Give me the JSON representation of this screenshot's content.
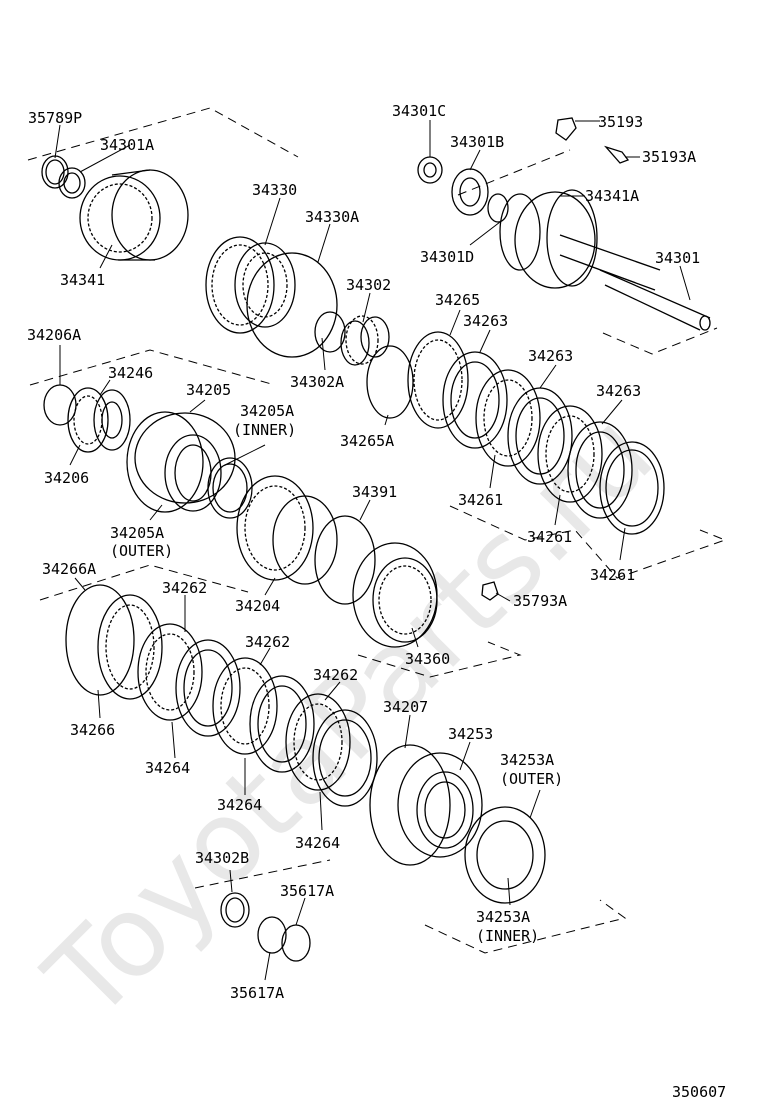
{
  "watermark": "ToyotaParts.ru",
  "figure_number": "350607",
  "labels": [
    "35789P",
    "34301A",
    "34341",
    "34330",
    "34330A",
    "34302",
    "34302A",
    "34301C",
    "34301B",
    "35193",
    "35193A",
    "34341A",
    "34301D",
    "34301",
    "34206A",
    "34246",
    "34205",
    "34205A",
    "(INNER)",
    "34206",
    "34205A",
    "(OUTER)",
    "34265",
    "34263",
    "34263",
    "34263",
    "34265A",
    "34261",
    "34261",
    "34261",
    "34391",
    "34204",
    "34360",
    "35793A",
    "34266A",
    "34262",
    "34262",
    "34262",
    "34266",
    "34264",
    "34264",
    "34264",
    "34207",
    "34253",
    "34253A",
    "(OUTER)",
    "34253A",
    "(INNER)",
    "34302B",
    "35617A",
    "35617A"
  ]
}
